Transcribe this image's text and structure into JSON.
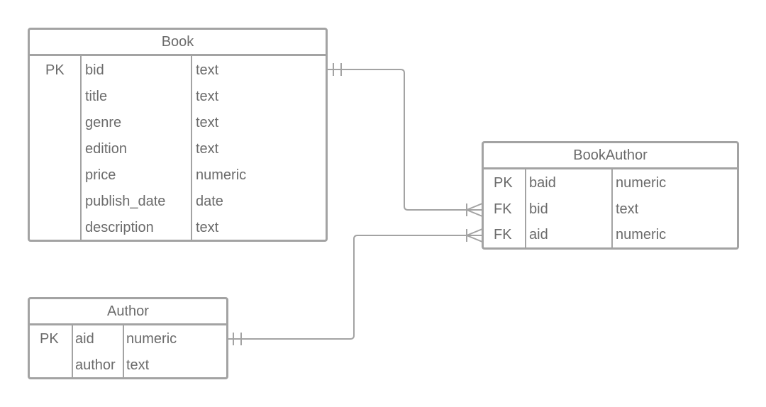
{
  "colors": {
    "line": "#a3a3a3",
    "text": "#6b6b6b"
  },
  "entities": {
    "book": {
      "title": "Book",
      "rows": [
        {
          "key": "PK",
          "name": "bid",
          "type": "text"
        },
        {
          "key": "",
          "name": "title",
          "type": "text"
        },
        {
          "key": "",
          "name": "genre",
          "type": "text"
        },
        {
          "key": "",
          "name": "edition",
          "type": "text"
        },
        {
          "key": "",
          "name": "price",
          "type": "numeric"
        },
        {
          "key": "",
          "name": "publish_date",
          "type": "date"
        },
        {
          "key": "",
          "name": "description",
          "type": "text"
        }
      ]
    },
    "book_author": {
      "title": "BookAuthor",
      "rows": [
        {
          "key": "PK",
          "name": "baid",
          "type": "numeric"
        },
        {
          "key": "FK",
          "name": "bid",
          "type": "text"
        },
        {
          "key": "FK",
          "name": "aid",
          "type": "numeric"
        }
      ]
    },
    "author": {
      "title": "Author",
      "rows": [
        {
          "key": "PK",
          "name": "aid",
          "type": "numeric"
        },
        {
          "key": "",
          "name": "author",
          "type": "text"
        }
      ]
    }
  },
  "relationships": [
    {
      "from": "Book.bid",
      "to": "BookAuthor.bid",
      "from_cardinality": "one-and-only-one",
      "to_cardinality": "one-or-many"
    },
    {
      "from": "Author.aid",
      "to": "BookAuthor.aid",
      "from_cardinality": "one-and-only-one",
      "to_cardinality": "one-or-many"
    }
  ]
}
